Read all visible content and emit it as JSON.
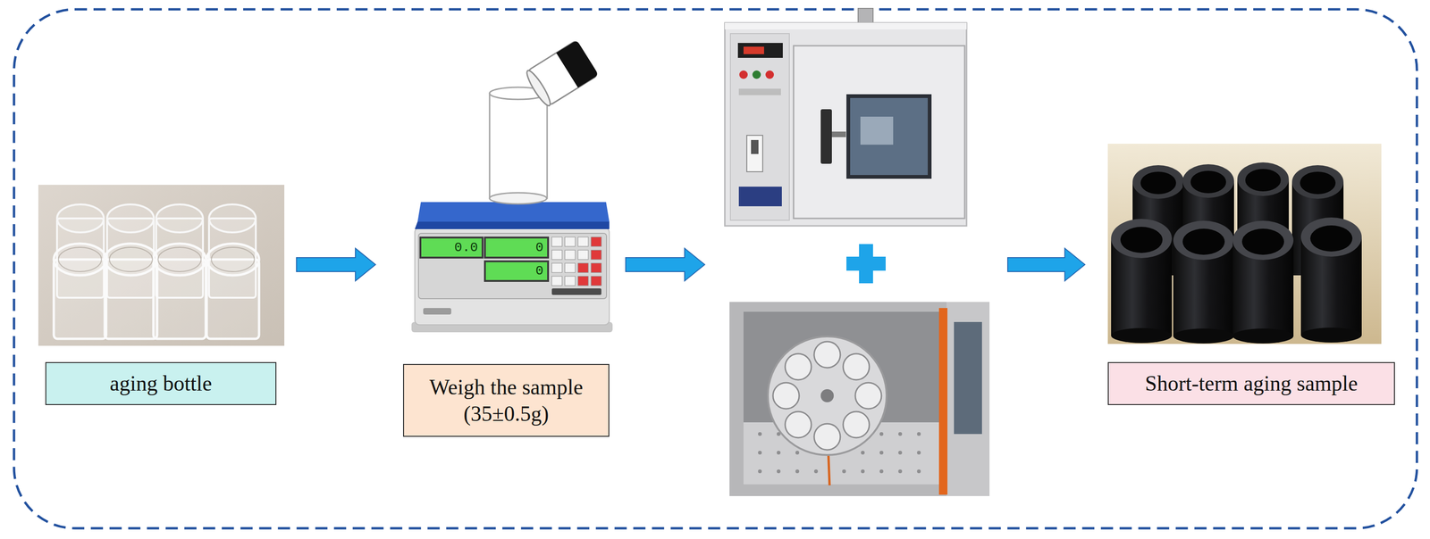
{
  "diagram": {
    "nodes": [
      {
        "text": [
          "aging bottle"
        ]
      },
      {
        "text": [
          "Weigh the sample (35±0.5g)"
        ]
      },
      {
        "text": [
          "Short-term aging sample"
        ]
      }
    ],
    "labels": [
      "0.0",
      "0",
      "0"
    ]
  }
}
